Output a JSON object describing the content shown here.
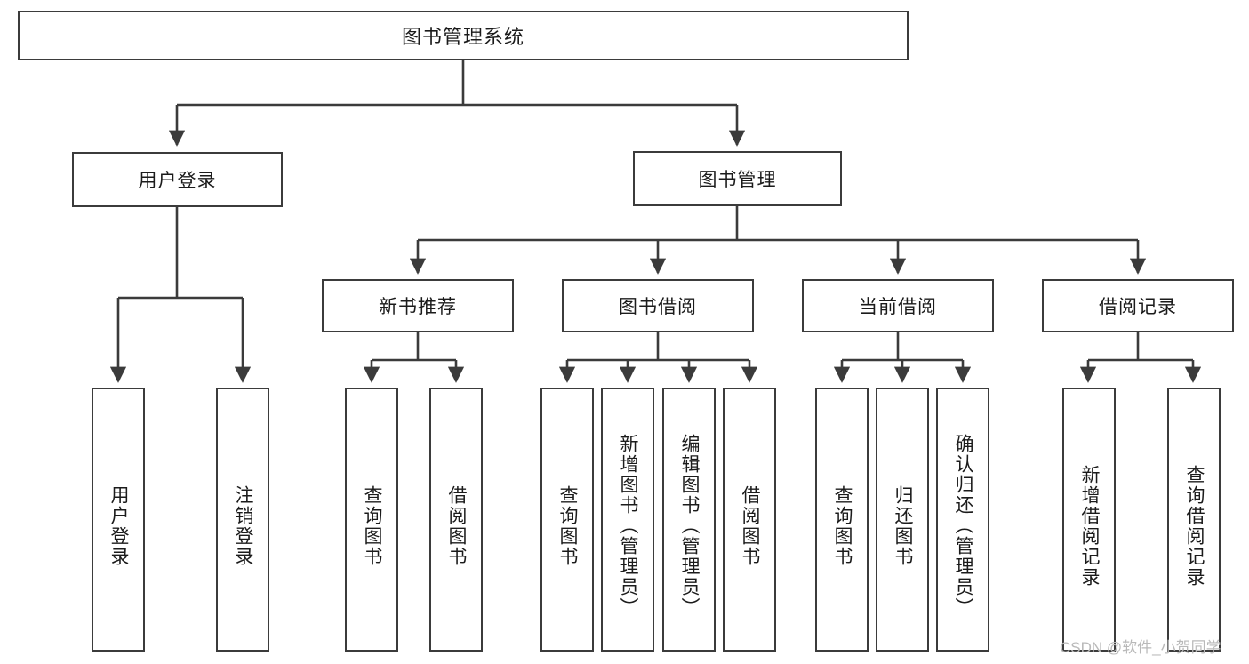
{
  "diagram": {
    "type": "hierarchy-tree",
    "title": "图书管理系统",
    "root": {
      "label": "图书管理系统",
      "children": [
        {
          "label": "用户登录",
          "children": [
            {
              "label": "用户登录"
            },
            {
              "label": "注销登录"
            }
          ]
        },
        {
          "label": "图书管理",
          "children": [
            {
              "label": "新书推荐",
              "children": [
                {
                  "label": "查询图书"
                },
                {
                  "label": "借阅图书"
                }
              ]
            },
            {
              "label": "图书借阅",
              "children": [
                {
                  "label": "查询图书"
                },
                {
                  "label": "新增图书（管理员）"
                },
                {
                  "label": "编辑图书（管理员）"
                },
                {
                  "label": "借阅图书"
                }
              ]
            },
            {
              "label": "当前借阅",
              "children": [
                {
                  "label": "查询图书"
                },
                {
                  "label": "归还图书"
                },
                {
                  "label": "确认归还（管理员）"
                }
              ]
            },
            {
              "label": "借阅记录",
              "children": [
                {
                  "label": "新增借阅记录"
                },
                {
                  "label": "查询借阅记录"
                }
              ]
            }
          ]
        }
      ]
    },
    "nodes": {
      "root": "图书管理系统",
      "user_login": "用户登录",
      "book_manage": "图书管理",
      "new_book_rec": "新书推荐",
      "book_borrow": "图书借阅",
      "current_borrow": "当前借阅",
      "borrow_record": "借阅记录",
      "leaf_user_login": "用户登录",
      "leaf_logout": "注销登录",
      "leaf_query_book_1": "查询图书",
      "leaf_borrow_book_1": "借阅图书",
      "leaf_query_book_2": "查询图书",
      "leaf_add_book": "新增图书（管理员）",
      "leaf_edit_book": "编辑图书（管理员）",
      "leaf_borrow_book_2": "借阅图书",
      "leaf_query_book_3": "查询图书",
      "leaf_return_book": "归还图书",
      "leaf_confirm_return": "确认归还（管理员）",
      "leaf_add_record": "新增借阅记录",
      "leaf_query_record": "查询借阅记录"
    },
    "colors": {
      "box_border": "#3b3b3b",
      "box_fill": "#ffffff",
      "edge": "#3b3b3b",
      "text": "#1b1b1b",
      "watermark": "#b9b9b9"
    }
  },
  "watermark": {
    "text": "CSDN @软件_小贺同学"
  }
}
